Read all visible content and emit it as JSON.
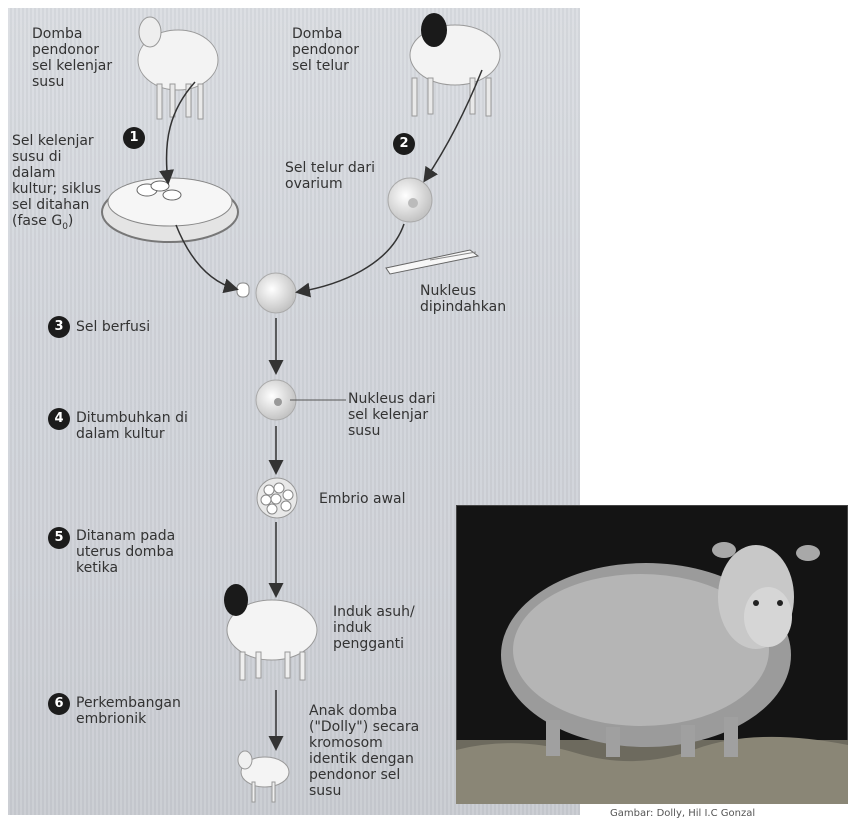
{
  "labels": {
    "donor_mammary": "Domba\npendonor\nsel kelenjar\nsusu",
    "donor_egg": "Domba\npendonor\nsel telur",
    "cells_culture": "Sel kelenjar\nsusu di\ndalam\nkultur; siklus\nsel ditahan\n(fase G",
    "cells_culture_sub": "0",
    "cells_culture_end": ")",
    "egg_from_ovary": "Sel telur dari\novarium",
    "nucleus_removed": "Nukleus\ndipindahkan",
    "fused": "Sel berfusi",
    "grown": "Ditumbuhkan di\ndalam kultur",
    "nucleus_from": "Nukleus dari\nsel kelenjar\nsusu",
    "early_embryo": "Embrio awal",
    "implanted": "Ditanam pada\nuterus domba\nketika",
    "surrogate": "Induk asuh/\ninduk\npengganti",
    "development": "Perkembangan\nembrionik",
    "lamb": "Anak domba\n(\"Dolly\") secara\nkromosom\nidentik dengan\npendonor sel\nsusu"
  },
  "steps": [
    "1",
    "2",
    "3",
    "4",
    "5",
    "6"
  ],
  "caption": "Gambar: Dolly, Hil I.C Gonzal",
  "colors": {
    "background_panel": "#d2d5db",
    "badge": "#1c1c1c",
    "arrow": "#333333",
    "photo_bg": "#151515"
  }
}
